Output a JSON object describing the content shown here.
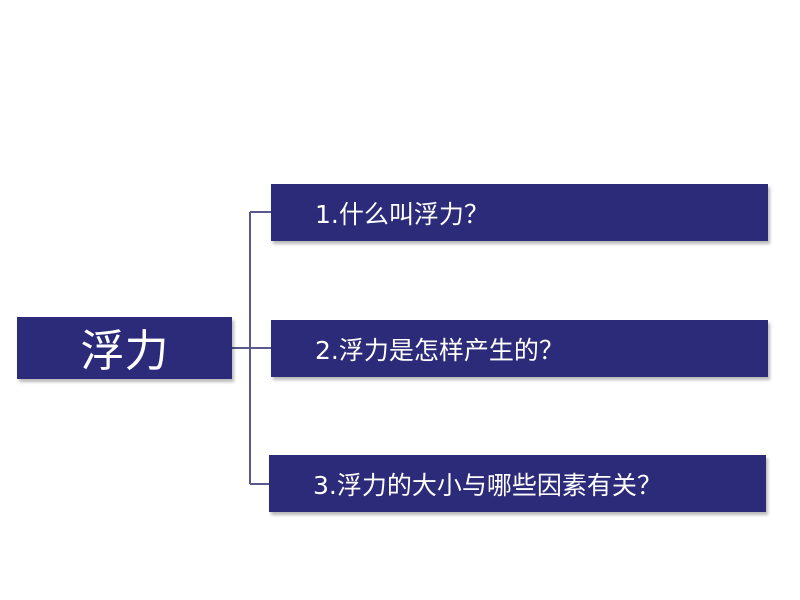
{
  "diagram": {
    "root": {
      "label": "浮力"
    },
    "branches": [
      {
        "label": "1.什么叫浮力？"
      },
      {
        "label": "2.浮力是怎样产生的？"
      },
      {
        "label": "3.浮力的大小与哪些因素有关？"
      }
    ]
  },
  "colors": {
    "node_fill": "#2b2b7a",
    "node_text": "#ffffff",
    "connector": "#5a5a8a",
    "background": "#ffffff"
  }
}
